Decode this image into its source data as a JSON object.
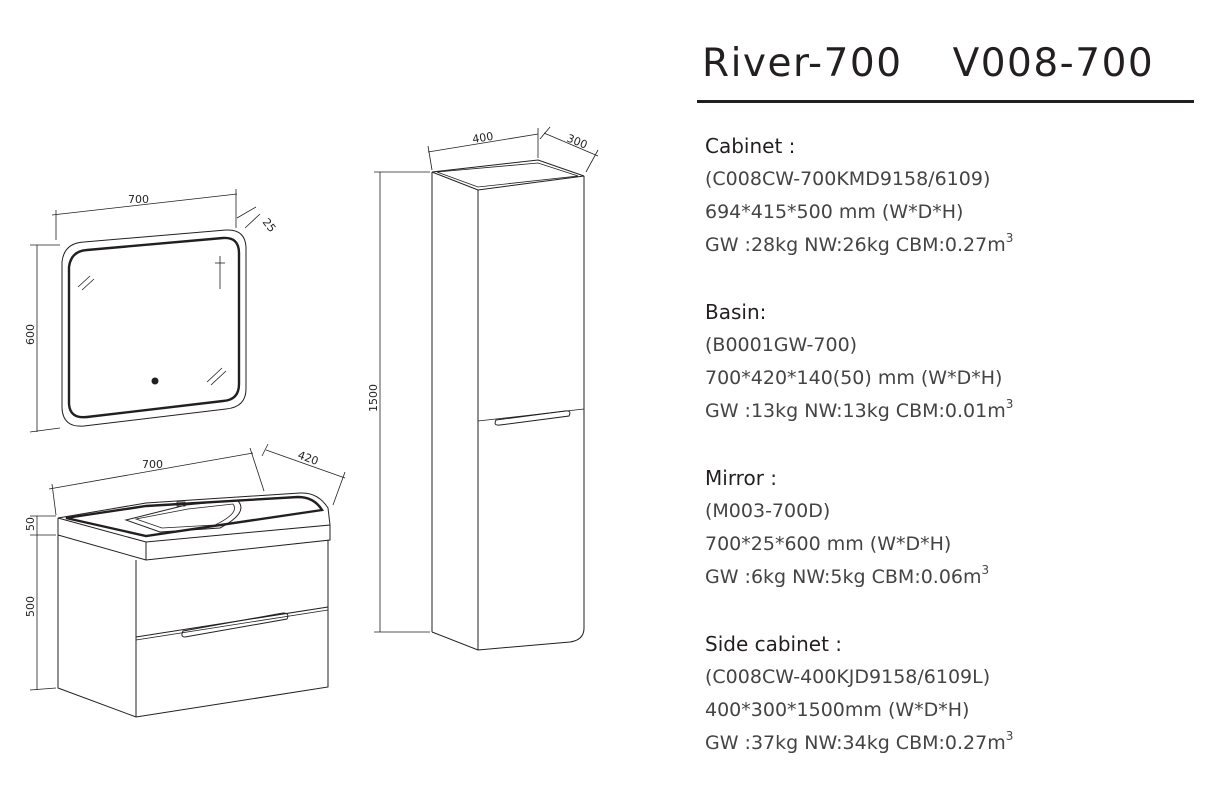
{
  "title": {
    "model_name": "River-700",
    "model_code": "V008-700"
  },
  "drawing": {
    "mirror_width": "700",
    "mirror_depth": "25",
    "mirror_height": "600",
    "vanity_width": "700",
    "vanity_depth": "420",
    "basin_height": "50",
    "cabinet_height": "500",
    "side_width": "400",
    "side_depth": "300",
    "side_height": "1500"
  },
  "specs": [
    {
      "label": "Cabinet :",
      "code": "(C008CW-700KMD9158/6109)",
      "size": "694*415*500 mm (W*D*H)",
      "weight": "GW :28kg  NW:26kg  CBM:0.27m",
      "unit_power": "3"
    },
    {
      "label": "Basin:",
      "code": "(B0001GW-700)",
      "size": "700*420*140(50) mm (W*D*H)",
      "weight": "GW :13kg  NW:13kg  CBM:0.01m",
      "unit_power": "3"
    },
    {
      "label": "Mirror :",
      "code": "(M003-700D)",
      "size": "700*25*600 mm (W*D*H)",
      "weight": "GW :6kg  NW:5kg  CBM:0.06m",
      "unit_power": "3"
    },
    {
      "label": "Side cabinet :",
      "code": "(C008CW-400KJD9158/6109L)",
      "size": "400*300*1500mm (W*D*H)",
      "weight": "GW :37kg  NW:34kg  CBM:0.27m",
      "unit_power": "3"
    }
  ]
}
